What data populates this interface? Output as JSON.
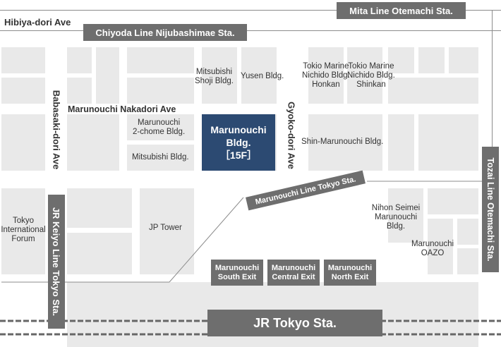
{
  "roads": {
    "hibiya": "Hibiya-dori Ave",
    "nakadori": "Marunouchi Nakadori Ave",
    "babasaki": "Babasaki-dori Ave",
    "gyoko": "Gyoko-dori Ave"
  },
  "stations": {
    "mita": "Mita Line Otemachi Sta.",
    "chiyoda": "Chiyoda Line Nijubashimae Sta.",
    "marunouchi_line": "Marunouchi Line Tokyo Sta.",
    "jr_keiyo": "JR Keiyo Line Tokyo Sta.",
    "tozai": "Tozai Line Otemachi Sta.",
    "jr_tokyo": "JR Tokyo Sta."
  },
  "target": {
    "name": "Marunouchi\nBldg.",
    "floor": "［15F］",
    "color": "#2c4a72"
  },
  "buildings": {
    "mitsubishi_shoji": "Mitsubishi\nShoji Bldg.",
    "yusen": "Yusen Bldg.",
    "tm_honkan": "Tokio Marine\nNichido Bldg.\nHonkan",
    "tm_shinkan": "Tokio Marine\nNichido Bldg.\nShinkan",
    "maru_2chome": "Marunouchi\n2-chome Bldg.",
    "mitsubishi": "Mitsubishi Bldg.",
    "shin_maru": "Shin-Marunouchi Bldg.",
    "tokyo_forum": "Tokyo\nInternational\nForum",
    "jp_tower": "JP Tower",
    "nihon_seimei": "Nihon Seimei\nMarunouchi\nBldg.",
    "oazo": "Marunouchi\nOAZO"
  },
  "exits": {
    "south": "Marunouchi\nSouth Exit",
    "central": "Marunouchi\nCentral Exit",
    "north": "Marunouchi\nNorth Exit"
  },
  "colors": {
    "block": "#e9e9e9",
    "badge": "#6e6e6e",
    "road_line": "#8c8c8c"
  }
}
